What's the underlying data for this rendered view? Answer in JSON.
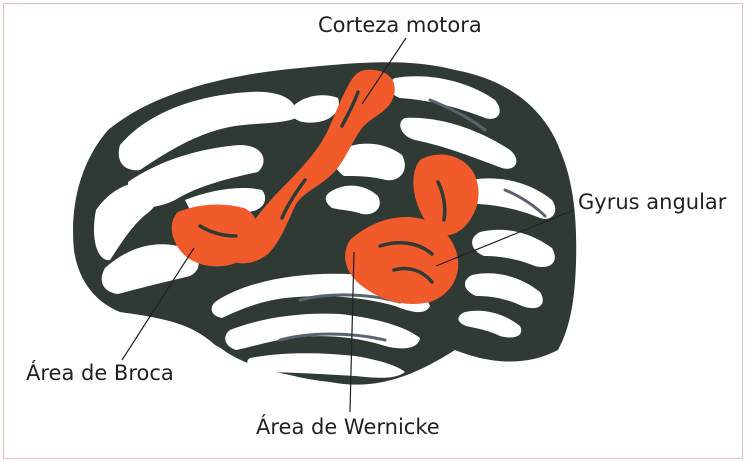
{
  "diagram": {
    "labels": {
      "motor_cortex": "Corteza motora",
      "angular_gyrus": "Gyrus angular",
      "broca_area": "Área de Broca",
      "wernicke_area": "Área de Wernicke"
    },
    "colors": {
      "background": "#ffffff",
      "frame_border": "#f2b9b9",
      "brain_dark": "#2f3a35",
      "gyri": "#ffffff",
      "highlight_regions": "#f15a2b",
      "leader_lines": "#231f20",
      "label_text": "#231f20"
    }
  }
}
